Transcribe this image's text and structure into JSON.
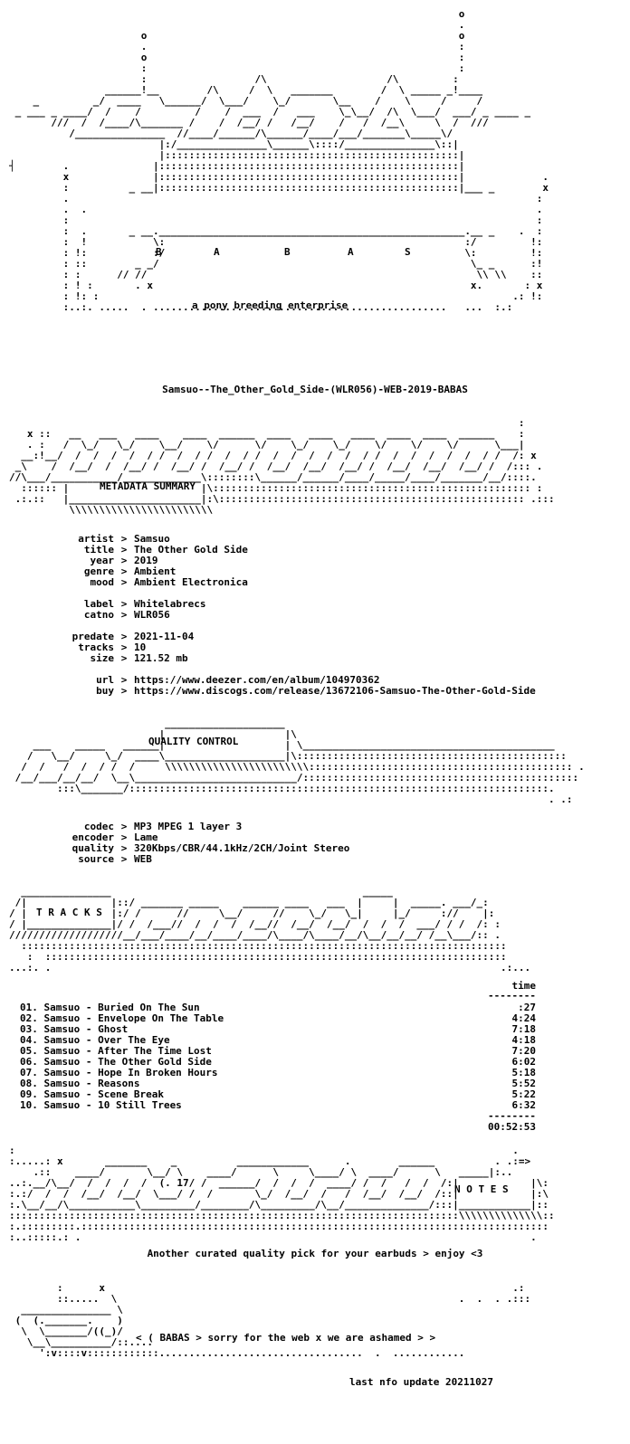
{
  "banner": {
    "letters": [
      "B",
      "A",
      "B",
      "A",
      "S"
    ],
    "tagline": "a pony breeding enterprise",
    "release_name": "Samsuo--The_Other_Gold_Side-(WLR056)-WEB-2019-BABAS"
  },
  "metadata": {
    "heading": "METADATA SUMMARY",
    "fields": [
      {
        "key": "artist",
        "value": "Samsuo"
      },
      {
        "key": "title",
        "value": "The Other Gold Side"
      },
      {
        "key": "year",
        "value": "2019"
      },
      {
        "key": "genre",
        "value": "Ambient"
      },
      {
        "key": "mood",
        "value": "Ambient Electronica"
      },
      {
        "key": "label",
        "value": "Whitelabrecs"
      },
      {
        "key": "catno",
        "value": "WLR056"
      },
      {
        "key": "predate",
        "value": "2021-11-04"
      },
      {
        "key": "tracks",
        "value": "10"
      },
      {
        "key": "size",
        "value": "121.52 mb"
      },
      {
        "key": "url",
        "value": "https://www.deezer.com/en/album/104970362"
      },
      {
        "key": "buy",
        "value": "https://www.discogs.com/release/13672106-Samsuo-The-Other-Gold-Side"
      }
    ]
  },
  "quality": {
    "heading": "QUALITY CONTROL",
    "fields": [
      {
        "key": "codec",
        "value": "MP3 MPEG 1 layer 3"
      },
      {
        "key": "encoder",
        "value": "Lame"
      },
      {
        "key": "quality",
        "value": "320Kbps/CBR/44.1kHz/2CH/Joint Stereo"
      },
      {
        "key": "source",
        "value": "WEB"
      }
    ]
  },
  "tracks": {
    "heading": "T R A C K S",
    "time_header": "time",
    "rule": "--------",
    "items": [
      {
        "label": "01. Samsuo - Buried On The Sun",
        "time": ":27"
      },
      {
        "label": "02. Samsuo - Envelope On The Table",
        "time": "4:24"
      },
      {
        "label": "03. Samsuo - Ghost",
        "time": "7:18"
      },
      {
        "label": "04. Samsuo - Over The Eye",
        "time": "4:18"
      },
      {
        "label": "05. Samsuo - After The Time Lost",
        "time": "7:20"
      },
      {
        "label": "06. Samsuo - The Other Gold Side",
        "time": "6:02"
      },
      {
        "label": "07. Samsuo - Hope In Broken Hours",
        "time": "5:18"
      },
      {
        "label": "08. Samsuo - Reasons",
        "time": "5:52"
      },
      {
        "label": "09. Samsuo - Scene Break",
        "time": "5:22"
      },
      {
        "label": "10. Samsuo - 10 Still Trees",
        "time": "6:32"
      }
    ],
    "total": "00:52:53"
  },
  "notes": {
    "heading": "N O T E S",
    "text": "Another curated quality pick for your earbuds > enjoy <3"
  },
  "footer": {
    "message": "< ( BABAS > sorry for the web x we are ashamed > >",
    "update": "last nfo update 20211027"
  }
}
